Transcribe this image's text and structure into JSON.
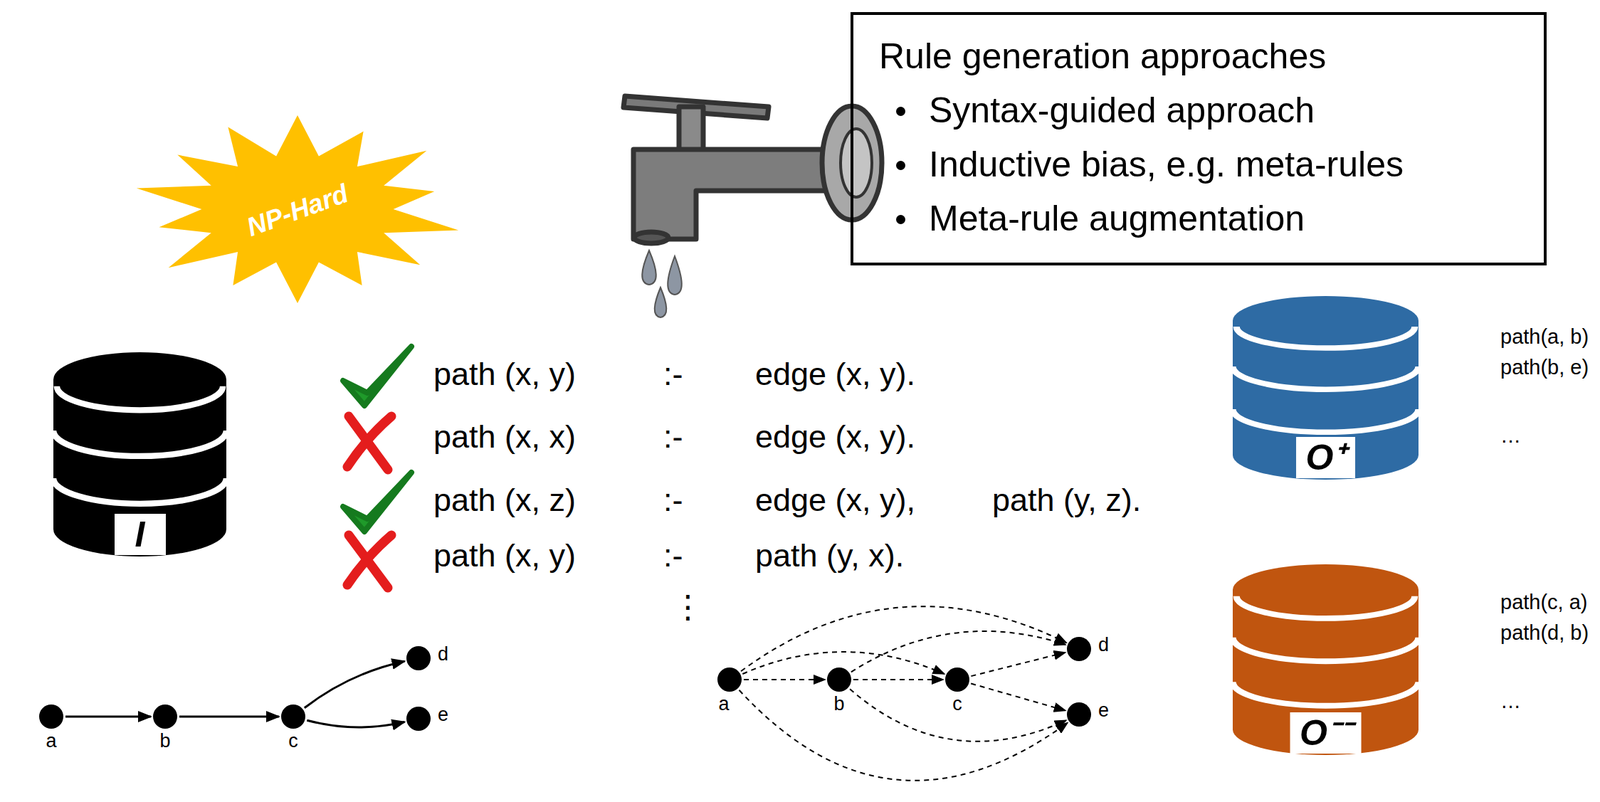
{
  "diagram": {
    "nodes": [
      {
        "text": [
          "NP-Hard"
        ]
      },
      {
        "text": [
          "Rule generation approaches",
          "Syntax-guided approach",
          "Inductive bias, e.g. meta-rules",
          "Meta-rule augmentation"
        ]
      },
      {
        "text": [
          "I"
        ]
      },
      {
        "text": [
          "O⁺"
        ]
      },
      {
        "text": [
          "O⁻⁻"
        ]
      },
      {
        "text": [
          "a"
        ]
      },
      {
        "text": [
          "b"
        ]
      },
      {
        "text": [
          "c"
        ]
      },
      {
        "text": [
          "d"
        ]
      },
      {
        "text": [
          "e"
        ]
      },
      {
        "text": [
          "a"
        ]
      },
      {
        "text": [
          "b"
        ]
      },
      {
        "text": [
          "c"
        ]
      },
      {
        "text": [
          "d"
        ]
      },
      {
        "text": [
          "e"
        ]
      }
    ],
    "edges": [
      {
        "from": 5,
        "to": 6,
        "arrow": "to"
      },
      {
        "from": 6,
        "to": 7,
        "arrow": "to"
      },
      {
        "from": 7,
        "to": 8,
        "arrow": "to"
      },
      {
        "from": 7,
        "to": 9,
        "arrow": "to"
      },
      {
        "from": 10,
        "to": 11,
        "arrow": "to"
      },
      {
        "from": 11,
        "to": 12,
        "arrow": "to"
      },
      {
        "from": 10,
        "to": 12,
        "arrow": "to"
      },
      {
        "from": 10,
        "to": 13,
        "arrow": "to"
      },
      {
        "from": 10,
        "to": 14,
        "arrow": "to"
      },
      {
        "from": 11,
        "to": 13,
        "arrow": "to"
      },
      {
        "from": 11,
        "to": 14,
        "arrow": "to"
      },
      {
        "from": 12,
        "to": 13,
        "arrow": "to"
      },
      {
        "from": 12,
        "to": 14,
        "arrow": "to"
      }
    ],
    "labels": [
      "path (x, y)",
      ":-",
      "edge (x, y).",
      "path (x, x)",
      ":-",
      "edge (x, y).",
      "path (x, z)",
      ":-",
      "edge (x, y),",
      "path (y, z).",
      "path (x, y)",
      ":-",
      "path (y, x).",
      "⋮",
      "path(a, b)",
      "path(b, e)",
      "…",
      "path(c, a)",
      "path(d, b)",
      "…"
    ]
  }
}
